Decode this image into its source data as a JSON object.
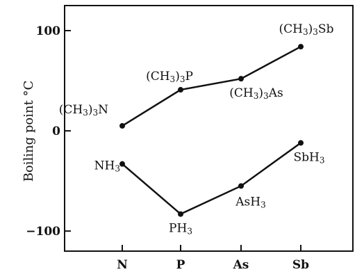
{
  "chart_data": {
    "type": "line",
    "ylabel": "Boiling point °C",
    "xlabel": "",
    "categories": [
      "N",
      "P",
      "As",
      "Sb"
    ],
    "ylim": [
      -120,
      125
    ],
    "yticks": [
      {
        "value": 100,
        "label": "100"
      },
      {
        "value": 0,
        "label": "0"
      },
      {
        "value": -100,
        "label": "−100"
      }
    ],
    "grid": false,
    "series": [
      {
        "values": [
          5,
          41,
          52,
          84
        ],
        "point_labels": [
          {
            "base": "(CH",
            "sub1": "3",
            "mid": ")",
            "sub2": "3",
            "end": "N"
          },
          {
            "base": "(CH",
            "sub1": "3",
            "mid": ")",
            "sub2": "3",
            "end": "P"
          },
          {
            "base": "(CH",
            "sub1": "3",
            "mid": ")",
            "sub2": "3",
            "end": "As"
          },
          {
            "base": "(CH",
            "sub1": "3",
            "mid": ")",
            "sub2": "3",
            "end": "Sb"
          }
        ]
      },
      {
        "values": [
          -33,
          -83,
          -55,
          -12
        ],
        "point_labels": [
          {
            "base": "NH",
            "sub1": "3"
          },
          {
            "base": "PH",
            "sub1": "3"
          },
          {
            "base": "AsH",
            "sub1": "3"
          },
          {
            "base": "SbH",
            "sub1": "3"
          }
        ]
      }
    ],
    "colors": {
      "line": "#111111",
      "background": "#ffffff"
    }
  }
}
